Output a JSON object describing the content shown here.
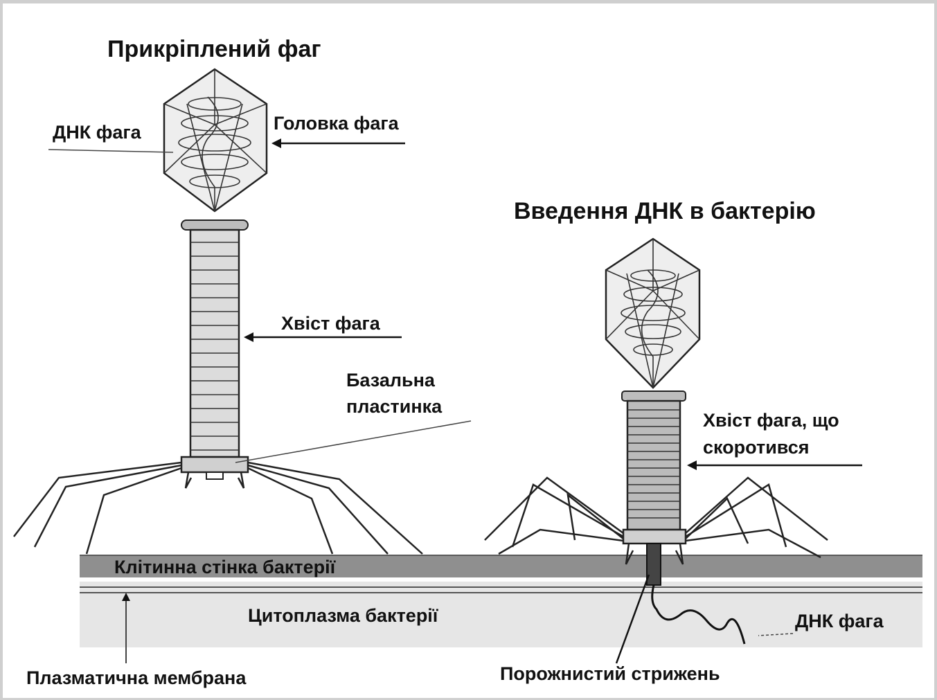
{
  "titles": {
    "attached": "Прикріплений фаг",
    "injection": "Введення ДНК в бактерію"
  },
  "labels": {
    "phage_dna_head": "ДНК фага",
    "phage_head": "Головка фага",
    "phage_tail": "Хвіст фага",
    "baseplate_line1": "Базальна",
    "baseplate_line2": "пластинка",
    "contracted_tail_line1": "Хвіст фага, що",
    "contracted_tail_line2": "скоротився",
    "cell_wall": "Клітинна стінка бактерії",
    "cytoplasm": "Цитоплазма бактерії",
    "phage_dna_injected": "ДНК фага",
    "plasma_membrane": "Плазматична мембрана",
    "hollow_core": "Порожнистий стрижень"
  },
  "colors": {
    "cell_wall": "#8f8f8f",
    "cytoplasm": "#e6e6e6",
    "membrane": "#555555",
    "head_fill": "#eeeeee",
    "ink": "#111111"
  }
}
